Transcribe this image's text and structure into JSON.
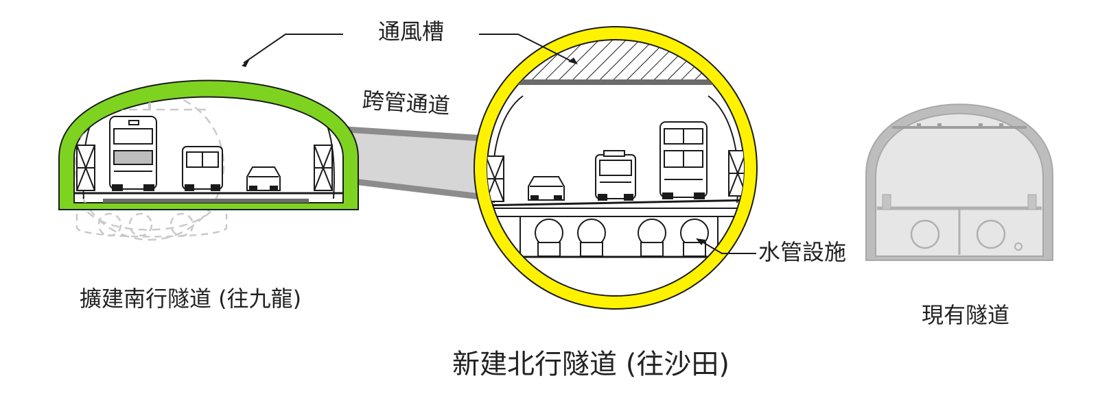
{
  "labels": {
    "ventilation_duct": "通風槽",
    "cross_passage": "跨管通道",
    "water_pipes": "水管設施",
    "southbound_tunnel": "擴建南行隧道 (往九龍)",
    "northbound_tunnel": "新建北行隧道 (往沙田)",
    "existing_tunnel": "現有隧道"
  },
  "colors": {
    "southbound_lining": "#7ed321",
    "northbound_lining": "#fff200",
    "existing_tunnel": "#bdbdbd",
    "cross_passage": "#d9d9d9",
    "line": "#1a1a1a"
  }
}
